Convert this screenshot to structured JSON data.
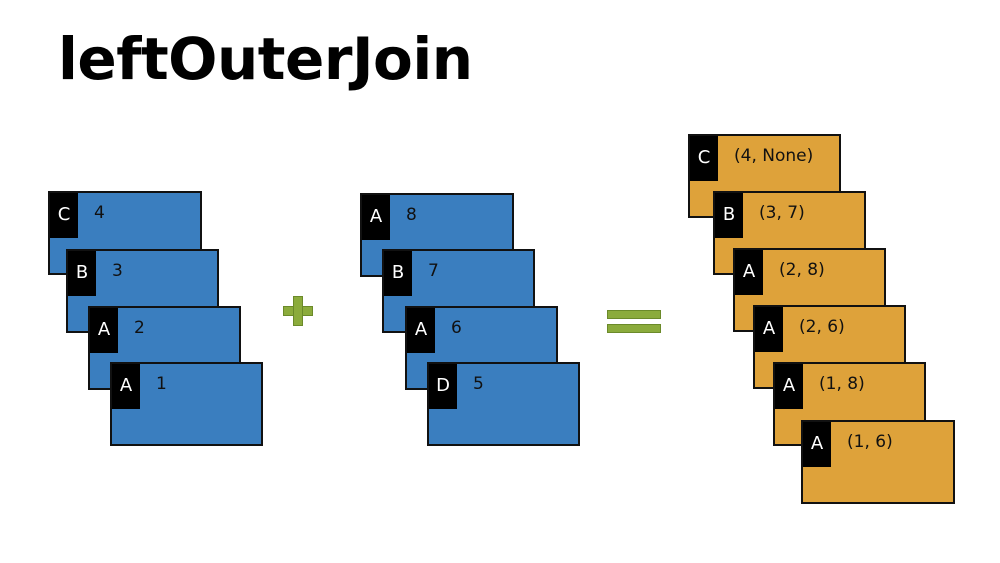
{
  "title": "leftOuterJoin",
  "left_rdd": [
    {
      "key": "C",
      "value": "4"
    },
    {
      "key": "B",
      "value": "3"
    },
    {
      "key": "A",
      "value": "2"
    },
    {
      "key": "A",
      "value": "1"
    }
  ],
  "right_rdd": [
    {
      "key": "A",
      "value": "8"
    },
    {
      "key": "B",
      "value": "7"
    },
    {
      "key": "A",
      "value": "6"
    },
    {
      "key": "D",
      "value": "5"
    }
  ],
  "result_rdd": [
    {
      "key": "C",
      "value": "(4, None)"
    },
    {
      "key": "B",
      "value": "(3, 7)"
    },
    {
      "key": "A",
      "value": "(2, 8)"
    },
    {
      "key": "A",
      "value": "(2, 6)"
    },
    {
      "key": "A",
      "value": "(1, 8)"
    },
    {
      "key": "A",
      "value": "(1, 6)"
    }
  ],
  "colors": {
    "input_card": "#3a7ebf",
    "output_card": "#dea23a",
    "operator": "#8bab3c"
  },
  "operators": {
    "plus": "plus-icon",
    "equals": "equals-icon"
  }
}
